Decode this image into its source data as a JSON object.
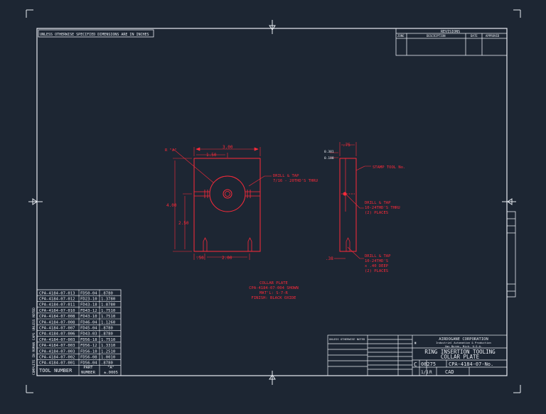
{
  "revisions": {
    "title": "REVISIONS",
    "headers": [
      "ZONE",
      "DESCRIPTION",
      "DATE",
      "APPROVED"
    ]
  },
  "notes_header": "UNLESS OTHERWISE SPECIFIED DIMENSIONS ARE IN INCHES",
  "front_view": {
    "overall_width": "3.00",
    "hole_offset": "1.50",
    "ref_label": "R \"A\"",
    "height": "4.00",
    "hole_height": "2.50",
    "bottom_left": ".50",
    "bottom_spacing": "2.00",
    "callout_line1": "DRILL & TAP",
    "callout_line2": "7/16 - 20THD'S THRU"
  },
  "side_view": {
    "top_width": ".75",
    "dim_a": "0.381",
    "dim_b": "0.188",
    "stamp": "STAMP TOOL No.",
    "callout1": [
      "DRILL & TAP",
      "10-24THD'S THRU",
      "(2) PLACES"
    ],
    "bottom_dim": ".38",
    "callout2": [
      "DRILL & TAP",
      "10-24THD'S",
      "x .40 DEEP",
      "(2) PLACES"
    ]
  },
  "part_notes": [
    "COLLAR PLATE",
    "CPA-4184-07-004 SHOWN",
    "MAT'L: S-7-R",
    "FINISH: BLACK OXIDE"
  ],
  "tool_table": {
    "rows": [
      [
        "CPA-4184-07-013",
        "FD50-04",
        ".8780"
      ],
      [
        "CPA-4184-07-012",
        "FD23-10",
        "1.3780"
      ],
      [
        "CPA-4184-07-011",
        "FD43-18",
        "1.8780"
      ],
      [
        "CPA-4184-07-010",
        "FD43-12",
        "1.7510"
      ],
      [
        "CPA-4184-07-008",
        "FD43-10",
        "1.7510"
      ],
      [
        "CPA-4184-07-008",
        "FD46-04",
        "1.1260"
      ],
      [
        "CPA-4184-07-007",
        "FD45-04",
        ".8780"
      ],
      [
        "CPA-4184-07-006",
        "FD43-03",
        ".8780"
      ],
      [
        "CPA-4184-07-003",
        "FD56-18",
        "1.7510"
      ],
      [
        "CPA-4184-07-003",
        "FD56-12",
        "1.3310"
      ],
      [
        "CPA-4184-07-003",
        "FD56-10",
        "1.2510"
      ],
      [
        "CPA-4184-07-002",
        "FD56-08",
        "1.0010"
      ],
      [
        "CPA-4184-07-001",
        "FD56-04",
        ".8780"
      ]
    ],
    "footer_label": "TOOL NUMBER",
    "footer_part1": "PART",
    "footer_part2": "NUMBER",
    "footer_a1": "\"A\"",
    "footer_a2": "±.0005",
    "side_text": "COMPLETE IN ROMAN CAPS UNLESS NOTED"
  },
  "title_block": {
    "company1": "AIRDOGANE CORPORATION",
    "company2": "Industrial Automation & Production",
    "company3": "Van Buren, Mich. U.S.A.",
    "title1": "RING INSERTION TOOLING",
    "title2": "COLLAR PLATE",
    "size": "C",
    "code": "08275",
    "dwg_no": "CPA-4184-07-No.",
    "scale": "1/1",
    "rev": "R",
    "cad": "CAD",
    "left_header": "UNLESS OTHERWISE NOTED"
  }
}
